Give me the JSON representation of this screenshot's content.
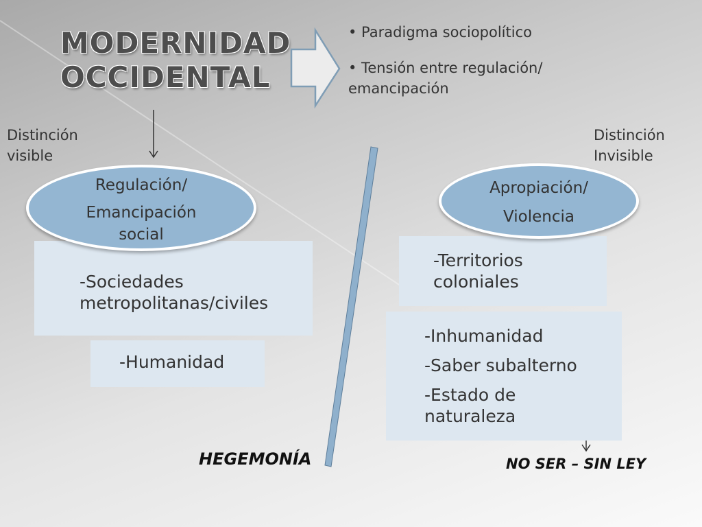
{
  "title": {
    "line1": "MODERNIDAD",
    "line2": "OCCIDENTAL"
  },
  "bullets": [
    "• Paradigma sociopolítico",
    "• Tensión  entre regulación/ emancipación"
  ],
  "labels": {
    "left_visible": [
      "Distinción",
      "visible"
    ],
    "right_invisible": [
      "Distinción",
      "Invisible"
    ]
  },
  "left": {
    "ellipse": [
      "Regulación/",
      "Emancipación",
      "social"
    ],
    "box1": [
      "-Sociedades",
      "metropolitanas/civiles"
    ],
    "box2": "-Humanidad",
    "bottom_label": "HEGEMONÍA"
  },
  "right": {
    "ellipse": [
      "Apropiación/",
      "Violencia"
    ],
    "box1": [
      "-Territorios",
      "coloniales"
    ],
    "box2": [
      [
        "-Inhumanidad"
      ],
      [
        "-Saber subalterno"
      ],
      [
        "-Estado de",
        "naturaleza"
      ]
    ],
    "bottom_label": "NO SER – SIN LEY"
  },
  "colors": {
    "ellipse": "#94b6d2",
    "box": "#dde7f0",
    "divider": "#8fb0cc",
    "arrow_outline": "#7f9db5"
  }
}
